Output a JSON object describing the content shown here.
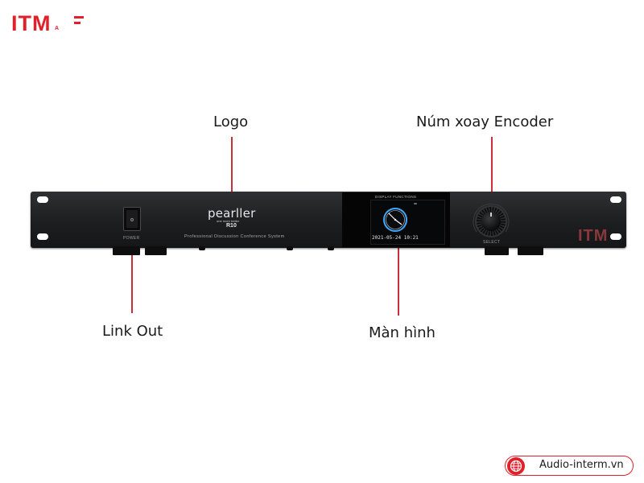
{
  "brand": {
    "text": "ITM",
    "mark": "A"
  },
  "callouts": {
    "logo": "Logo",
    "encoder": "Núm xoay Encoder",
    "link_out": "Link Out",
    "screen": "Màn hình"
  },
  "device": {
    "power_label": "POWER",
    "logo_text": "pearller",
    "tagline": "one more better",
    "model": "R10",
    "system_label": "Professional Discussion Conference System",
    "display_title": "DISPLAY FUNCTIONS",
    "display_datetime": "2021-05-24  10:21",
    "select_label": "SELECT",
    "watermark": "ITM"
  },
  "site": {
    "label": "Audio-interm.vn"
  },
  "colors": {
    "accent": "#e0212c",
    "callout_line": "#c9313a",
    "panel": "#1d1e20"
  },
  "icons": {
    "site": "globe-icon",
    "display": "clock-icon",
    "encoder": "rotary-knob-icon"
  }
}
